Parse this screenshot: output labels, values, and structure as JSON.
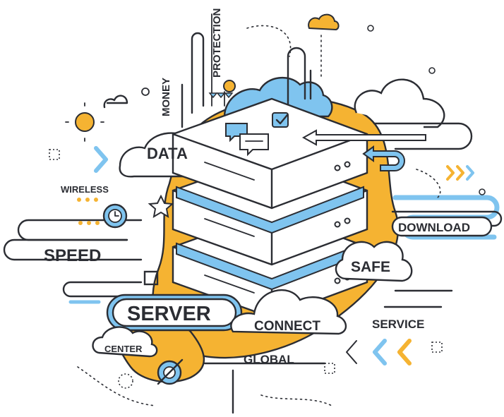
{
  "colors": {
    "outline": "#2b2d33",
    "orange": "#f5b332",
    "blue": "#7fc4ef",
    "white": "#ffffff"
  },
  "labels": {
    "money": "MONEY",
    "protection": "PROTECTION",
    "data": "DATA",
    "wireless": "WIRELESS",
    "speed": "SPEED",
    "download": "DOWNLOAD",
    "safe": "SAFE",
    "server": "SERVER",
    "connect": "CONNECT",
    "service": "SERVICE",
    "center": "CENTER",
    "global": "GLOBAL"
  },
  "icons": [
    "server-stack-icon",
    "cloud-icon",
    "clock-icon",
    "star-icon",
    "checkbox-icon",
    "speech-bubble-icon",
    "arrow-left-icon",
    "arrow-right-icon",
    "chevron-icon",
    "sun-icon"
  ]
}
